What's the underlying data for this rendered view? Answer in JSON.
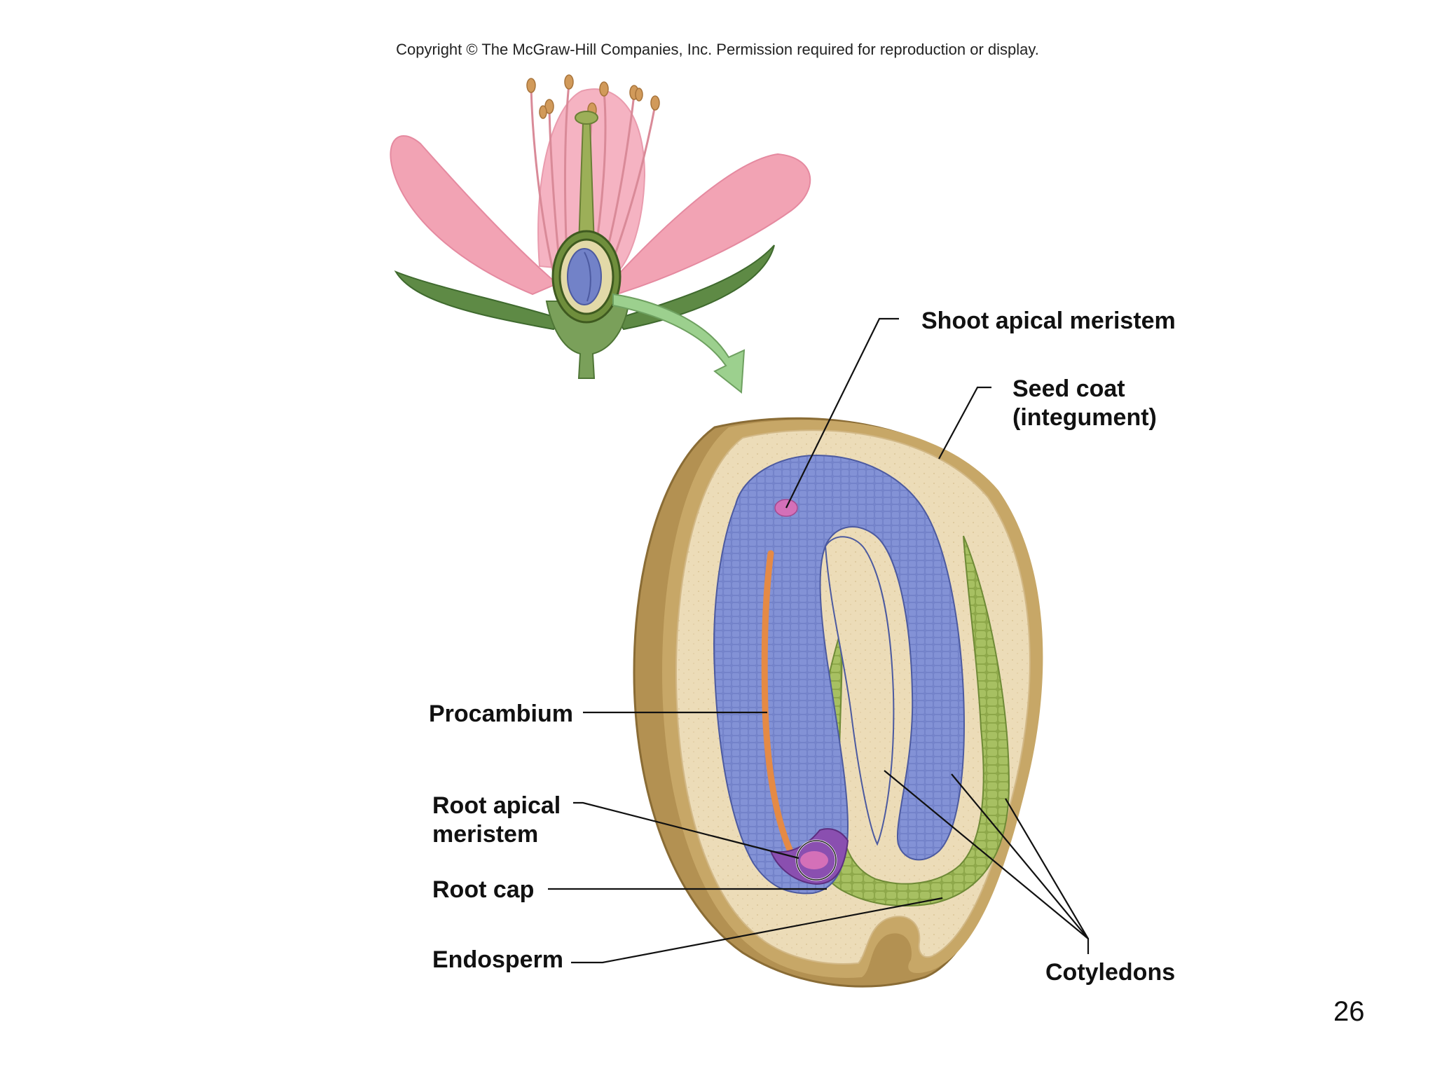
{
  "slide": {
    "copyright": "Copyright © The McGraw-Hill Companies, Inc. Permission required for reproduction or display.",
    "page_number": "26"
  },
  "labels": {
    "shoot_apical_meristem": "Shoot apical meristem",
    "seed_coat_line1": "Seed coat",
    "seed_coat_line2": "(integument)",
    "procambium": "Procambium",
    "root_apical_meristem_line1": "Root apical",
    "root_apical_meristem_line2": "meristem",
    "root_cap": "Root cap",
    "endosperm": "Endosperm",
    "cotyledons": "Cotyledons"
  },
  "colors": {
    "petal": "#f2a3b4",
    "sepal": "#5e8a45",
    "seed_coat": "#c8a96a",
    "endosperm": "#ecdcb8",
    "embryo": "#7282c8",
    "cotyledon_outer": "#9cb65a",
    "procambium": "#e58a45",
    "root_cap": "#8a4fb0",
    "meristem": "#d470b8",
    "arrow": "#9cd08e"
  }
}
